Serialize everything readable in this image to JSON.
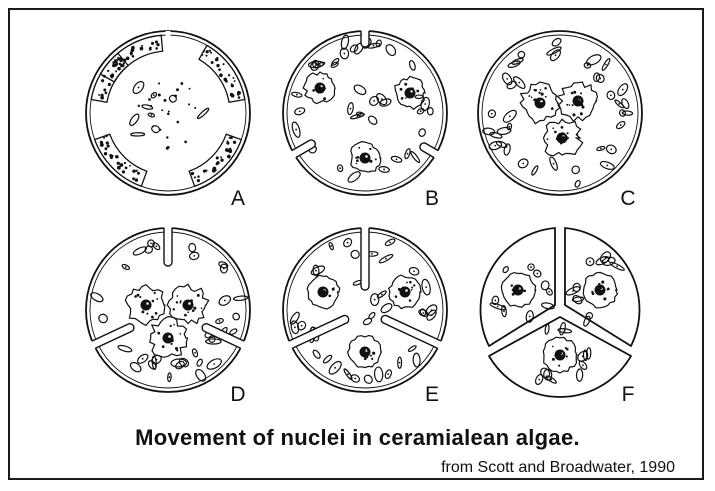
{
  "caption": "Movement of nuclei in ceramialean algae.",
  "credit": "from Scott and Broadwater, 1990",
  "panels": [
    {
      "label": "A",
      "stage": "peripheral-plastids"
    },
    {
      "label": "B",
      "stage": "three-nuclei-separated"
    },
    {
      "label": "C",
      "stage": "nuclei-clustered-center"
    },
    {
      "label": "D",
      "stage": "furrows-begin"
    },
    {
      "label": "E",
      "stage": "furrows-deepen"
    },
    {
      "label": "F",
      "stage": "three-cells-formed"
    }
  ],
  "colors": {
    "ink": "#111111",
    "background": "#ffffff"
  }
}
